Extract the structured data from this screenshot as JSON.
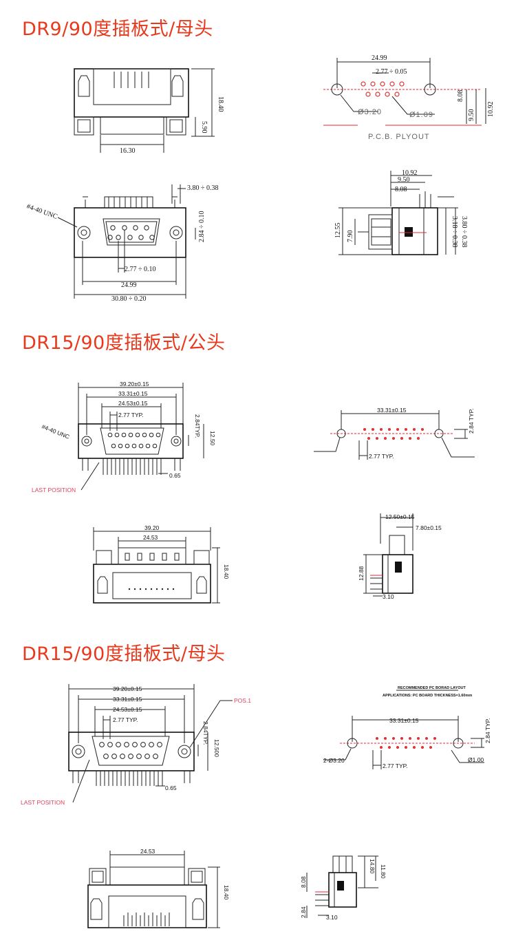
{
  "sections": [
    {
      "title": "DR9/90度插板式/母头"
    },
    {
      "title": "DR15/90度插板式/公头"
    },
    {
      "title": "DR15/90度插板式/母头"
    }
  ],
  "dr9": {
    "top_view": {
      "height": "18.40",
      "depth": "5.90",
      "width": "16.30"
    },
    "pcb": {
      "width": "24.99",
      "pitch": "2.77 ÷ 0.05",
      "hole_large": "Ø3.20",
      "hole_small": "Ø1.09",
      "d1": "8.08",
      "d2": "9.50",
      "d3": "10.92",
      "caption": "P.C.B.  PLYOUT"
    },
    "front_view": {
      "thread": "#4-40 UNC",
      "pin_offset": "3.80 ÷ 0.38",
      "pitch": "2.77 ÷ 0.10",
      "row": "2.84 ÷ 0.10",
      "width": "24.99",
      "overall": "30.80 ÷ 0.20"
    },
    "side_view": {
      "d1": "10.92",
      "d2": "9.50",
      "d3": "8.08",
      "height": "12.55",
      "mid": "7.90",
      "r1": "3.18 ÷ 0.38",
      "r2": "3.80 ÷ 0.38"
    }
  },
  "dr15m": {
    "front_view": {
      "overall": "39.20±0.15",
      "holes": "33.31±0.15",
      "body": "24.53±0.15",
      "pitch": "2.77 TYP.",
      "row": "2.84TYP.",
      "height": "12.50",
      "thread": "#4-40 UNC",
      "pin": "0.65",
      "last": "LAST POSITION"
    },
    "pcb": {
      "width": "33.31±0.15",
      "row": "2.84 TYP.",
      "pitch": "2.77 TYP."
    },
    "top_view": {
      "overall": "39.20",
      "body": "24.53",
      "height": "18.40"
    },
    "side_view": {
      "w1": "12.50±0.15",
      "w2": "7.80±0.15",
      "height": "12.88",
      "pin": "3.10"
    }
  },
  "dr15f": {
    "front_view": {
      "overall": "39.20±0.15",
      "holes": "33.31±0.15",
      "body": "24.53±0.15",
      "pitch": "2.77 TYP.",
      "row": "2.84TYP.",
      "height": "12.500",
      "pos1": "POS.1",
      "pin": "0.65",
      "last": "LAST POSITION"
    },
    "pcb": {
      "heading": "RECOMMENDED PC BORAD LAYOUT",
      "note": "APPLICATIONS: PC BOARD THICKNESS=1.60mm",
      "width": "33.31±0.15",
      "row": "2.84 TYP.",
      "holes": "2-Ø3.20",
      "pitch": "2.77 TYP.",
      "small": "Ø1.00"
    },
    "top_view": {
      "body": "24.53",
      "height": "18.40"
    },
    "side_view": {
      "a": "8.08",
      "b": "14.80",
      "c": "11.80",
      "d": "2.84",
      "pin": "3.10"
    }
  }
}
